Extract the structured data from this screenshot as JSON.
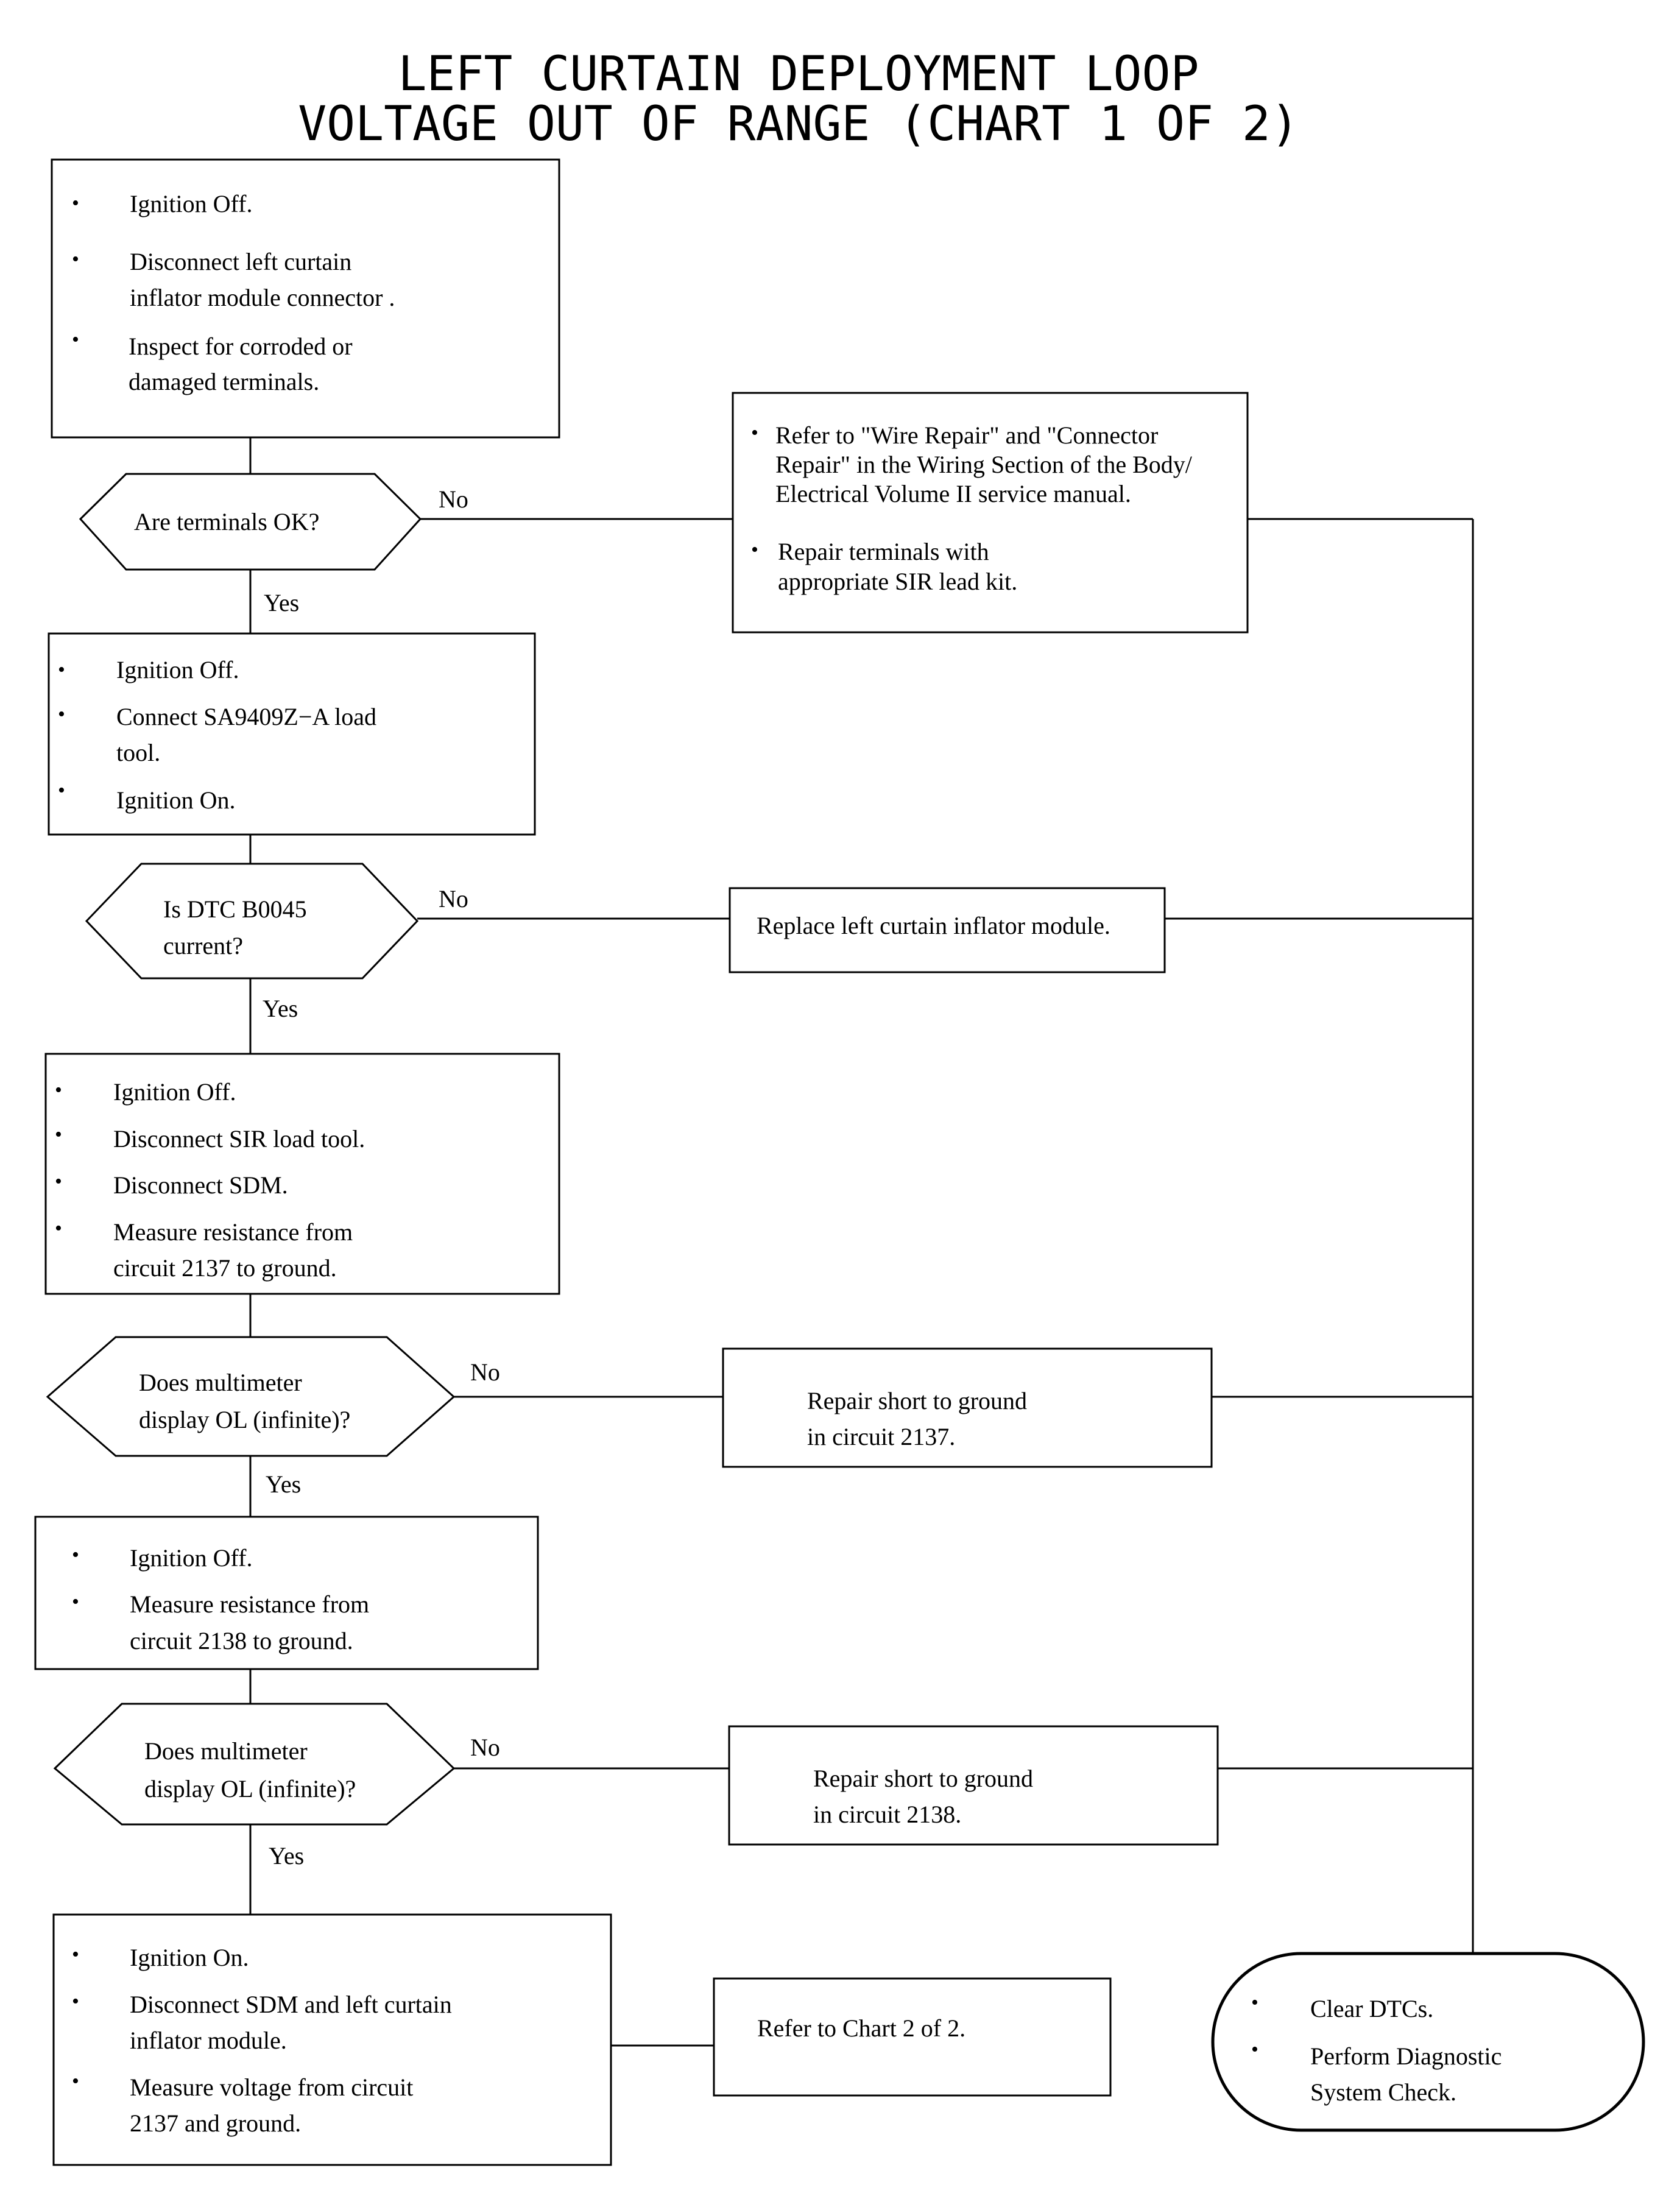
{
  "title": {
    "line1": "LEFT CURTAIN DEPLOYMENT LOOP",
    "line2": "VOLTAGE OUT OF RANGE (CHART 1 OF 2)"
  },
  "bullet_symbol": "•",
  "boxes": {
    "step1": {
      "items": [
        [
          "Ignition Off."
        ],
        [
          "Disconnect left curtain",
          "inflator module connector ."
        ],
        [
          "Inspect for corroded or",
          "damaged terminals."
        ]
      ]
    },
    "step2": {
      "items": [
        [
          "Ignition Off."
        ],
        [
          "Connect SA9409Z−A load",
          "tool."
        ],
        [
          "Ignition On."
        ]
      ]
    },
    "step3": {
      "items": [
        [
          "Ignition Off."
        ],
        [
          "Disconnect SIR load tool."
        ],
        [
          "Disconnect SDM."
        ],
        [
          "Measure resistance from",
          "circuit 2137 to ground."
        ]
      ]
    },
    "step4": {
      "items": [
        [
          "Ignition Off."
        ],
        [
          "Measure resistance from",
          "circuit 2138 to ground."
        ]
      ]
    },
    "step5": {
      "items": [
        [
          "Ignition On."
        ],
        [
          "Disconnect SDM and left curtain",
          "inflator module."
        ],
        [
          "Measure voltage from circuit",
          "2137 and ground."
        ]
      ]
    },
    "repair1": {
      "items": [
        [
          "Refer to \"Wire Repair\" and \"Connector",
          "Repair\" in the Wiring Section of the Body/",
          "Electrical Volume II service manual."
        ],
        [
          "Repair terminals with",
          "appropriate SIR lead kit."
        ]
      ]
    },
    "replace_module": {
      "lines": [
        "Replace left curtain inflator module."
      ]
    },
    "repair_2137": {
      "lines": [
        "Repair short to ground",
        "in circuit 2137."
      ]
    },
    "repair_2138": {
      "lines": [
        "Repair short to ground",
        "in circuit 2138."
      ]
    },
    "chart2": {
      "lines": [
        "Refer to Chart 2 of 2."
      ]
    },
    "final": {
      "items": [
        [
          "Clear DTCs."
        ],
        [
          "Perform Diagnostic",
          "System Check."
        ]
      ]
    }
  },
  "decisions": {
    "d1": {
      "lines": [
        "Are terminals OK?"
      ]
    },
    "d2": {
      "lines": [
        "Is DTC B0045",
        "current?"
      ]
    },
    "d3": {
      "lines": [
        "Does multimeter",
        "display OL (infinite)?"
      ]
    },
    "d4": {
      "lines": [
        "Does multimeter",
        "display OL (infinite)?"
      ]
    }
  },
  "labels": {
    "yes": "Yes",
    "no": "No"
  }
}
